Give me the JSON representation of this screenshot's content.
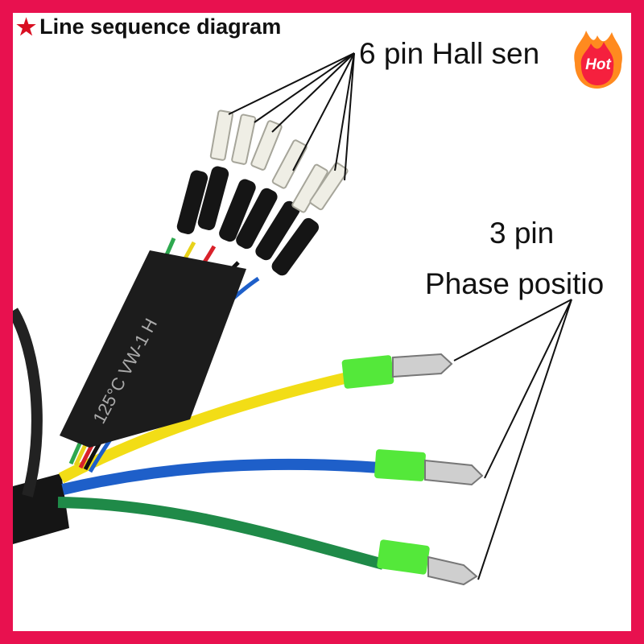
{
  "header": {
    "title": "Line sequence diagram",
    "icon": "star-icon"
  },
  "badge": {
    "text": "Hot",
    "color": "#e8114f"
  },
  "labels": {
    "hall": "6 pin Hall sen",
    "phase_line1": "3 pin",
    "phase_line2": "Phase positio"
  },
  "cable": {
    "sleeve_text": "125°C VW-1 H"
  },
  "colors": {
    "frame": "#e8114f",
    "wire_yellow": "#f2dd16",
    "wire_blue": "#1e5fc9",
    "wire_green": "#1f8a48",
    "wire_red": "#d9212a",
    "connector_green": "#54e83a"
  }
}
